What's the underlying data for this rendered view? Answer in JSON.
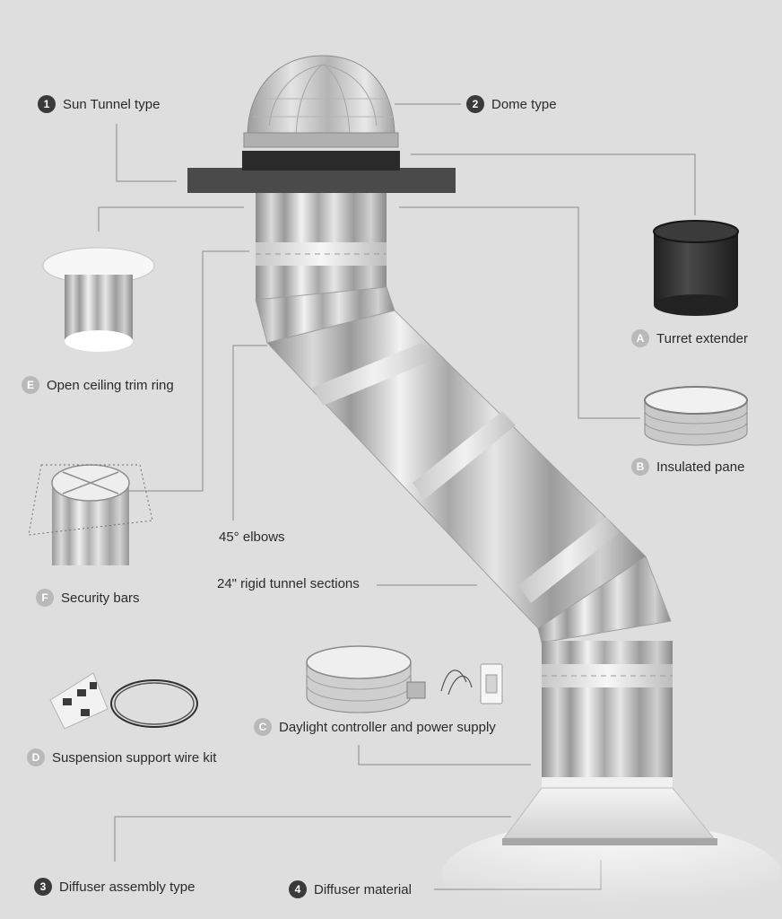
{
  "labels": {
    "sun_tunnel_type": {
      "badge": "1",
      "text": "Sun Tunnel type"
    },
    "dome_type": {
      "badge": "2",
      "text": "Dome type"
    },
    "diffuser_assembly_type": {
      "badge": "3",
      "text": "Diffuser assembly type"
    },
    "diffuser_material": {
      "badge": "4",
      "text": "Diffuser material"
    },
    "turret_extender": {
      "badge": "A",
      "text": "Turret extender"
    },
    "insulated_pane": {
      "badge": "B",
      "text": "Insulated pane"
    },
    "daylight_controller": {
      "badge": "C",
      "text": "Daylight controller and power supply"
    },
    "suspension_kit": {
      "badge": "D",
      "text": "Suspension support wire kit"
    },
    "open_ceiling_trim": {
      "badge": "E",
      "text": "Open ceiling trim ring"
    },
    "security_bars": {
      "badge": "F",
      "text": "Security bars"
    },
    "elbows": {
      "text": "45° elbows"
    },
    "rigid_sections": {
      "text": "24\" rigid tunnel sections"
    }
  },
  "colors": {
    "background": "#dedede",
    "badge_dark": "#3a3a3a",
    "badge_light": "#b9b9b9",
    "leader_line": "#8a8a8a",
    "flashing": "#4a4a4a",
    "turret_extender": "#2e2e2e"
  }
}
